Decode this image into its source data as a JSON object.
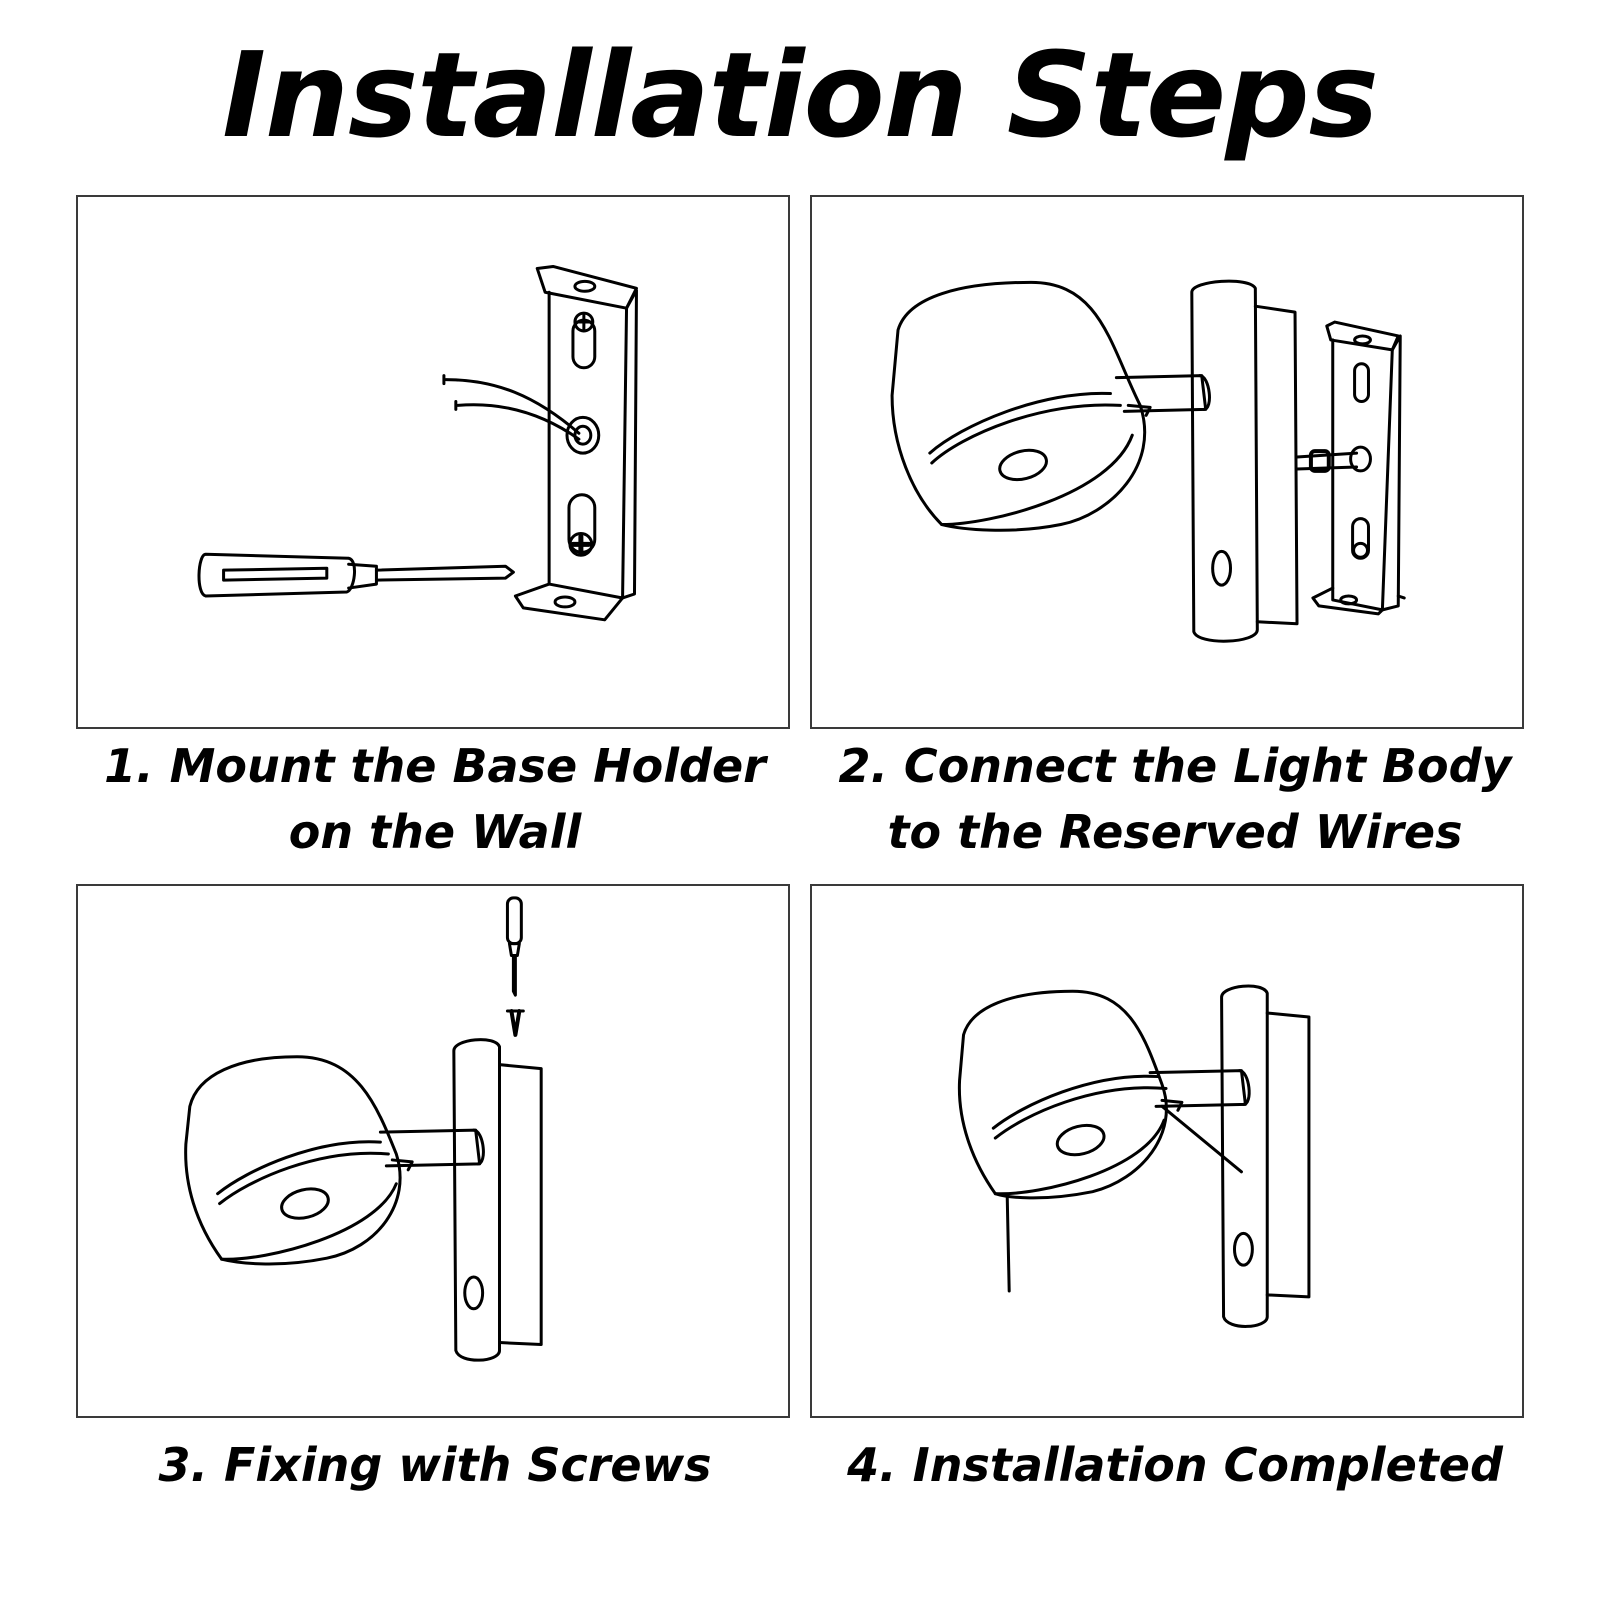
{
  "title": "Installation Steps",
  "steps": [
    {
      "line1": "1. Mount the Base Holder",
      "line2": "on the Wall"
    },
    {
      "line1": "2. Connect the Light Body",
      "line2": "to the Reserved Wires"
    },
    {
      "line1": "3. Fixing with Screws",
      "line2": ""
    },
    {
      "line1": "4. Installation Completed",
      "line2": ""
    }
  ]
}
